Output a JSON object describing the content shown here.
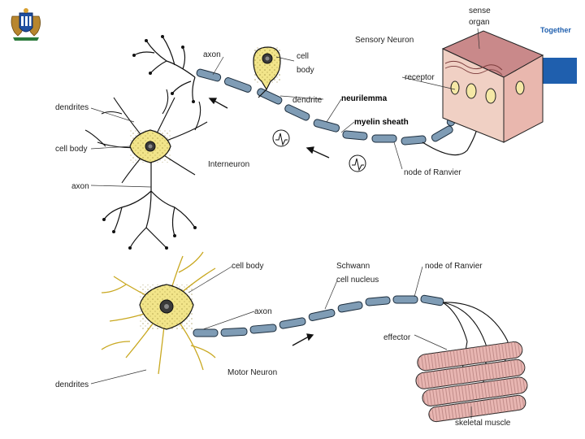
{
  "brand": {
    "tagline": "Together",
    "accent_color": "#1f5fae",
    "logo": "coat-of-arms-logo"
  },
  "labels": {
    "sense_organ_1": "sense",
    "sense_organ_2": "organ",
    "sensory_neuron": "Sensory Neuron",
    "axon_top": "axon",
    "cell_body_top_1": "cell",
    "cell_body_top_2": "body",
    "receptor": "receptor",
    "dendrite": "dendrite",
    "neurilemma": "neurilemma",
    "myelin_sheath": "myelin sheath",
    "dendrites_top": "dendrites",
    "cell_body_inter": "cell body",
    "interneuron": "Interneuron",
    "node_of_ranvier_top": "node of Ranvier",
    "axon_inter": "axon",
    "cell_body_motor": "cell body",
    "schwann_1": "Schwann",
    "schwann_2": "cell nucleus",
    "node_of_ranvier_bottom": "node of Ranvier",
    "axon_motor": "axon",
    "effector": "effector",
    "motor_neuron": "Motor Neuron",
    "dendrites_bottom": "dendrites",
    "skeletal_muscle": "skeletal muscle"
  },
  "colors": {
    "cell_body": "#f2e58a",
    "myelin": "#7f9cb5",
    "tissue": "#e8c0b8",
    "muscle": "#e8b6b2",
    "line": "#111111"
  }
}
